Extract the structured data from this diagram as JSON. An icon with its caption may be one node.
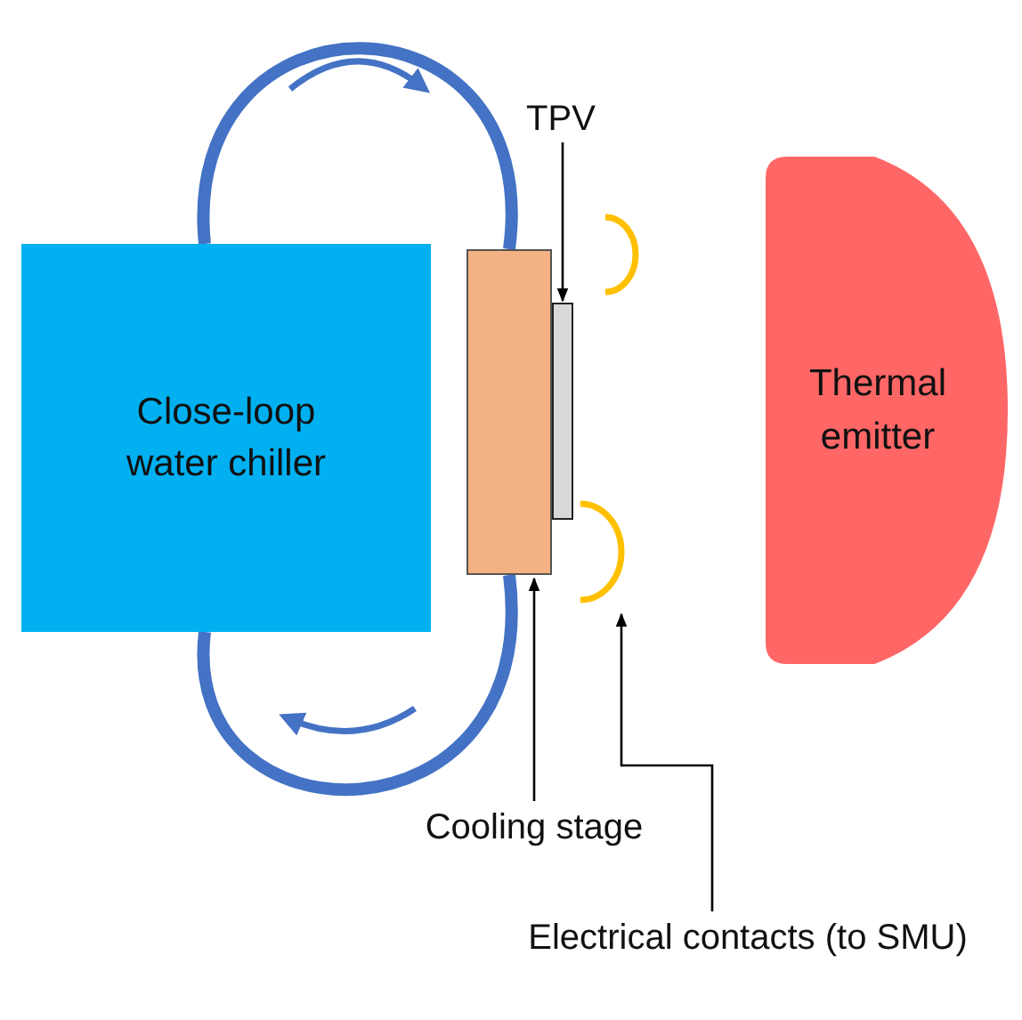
{
  "diagram": {
    "nodes": [
      {
        "text": [
          "Close-loop water chiller"
        ]
      },
      {
        "text": [],
        "shape": "box"
      },
      {
        "text": [],
        "shape": "box"
      },
      {
        "text": [
          "Thermal emitter"
        ]
      },
      {
        "text": [
          "TPV"
        ]
      },
      {
        "text": [
          "Cooling stage"
        ]
      },
      {
        "text": [
          "Electrical contacts (to SMU)"
        ]
      },
      {
        "text": [],
        "shape": "arc"
      },
      {
        "text": [],
        "shape": "arc"
      }
    ],
    "edges": [
      {
        "from": 0,
        "to": 1,
        "arrow": "none",
        "style": "thick",
        "color": "#4472c4"
      },
      {
        "from": 0,
        "to": 1,
        "arrow": "none",
        "style": "thick",
        "color": "#4472c4"
      },
      {
        "from": 4,
        "to": 2,
        "arrow": "to"
      },
      {
        "from": 5,
        "to": 1,
        "arrow": "to"
      },
      {
        "from": 6,
        "to": 8,
        "arrow": "to"
      }
    ]
  }
}
